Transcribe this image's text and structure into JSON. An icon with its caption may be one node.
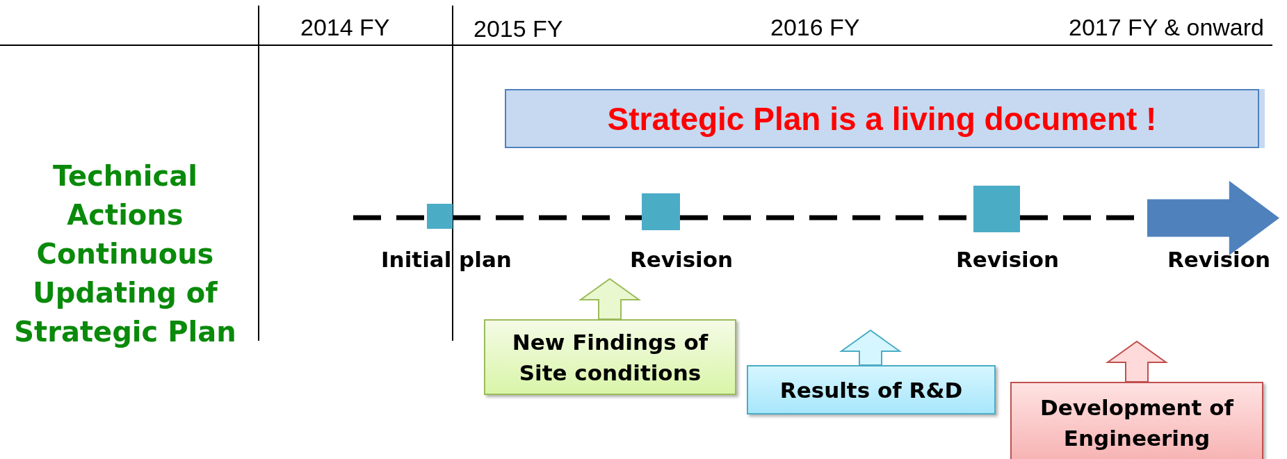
{
  "diagram": {
    "nodes": [
      {
        "text": [
          "Strategic Plan is a living document !"
        ]
      },
      {
        "text": [],
        "shape": "box",
        "beside": [
          "Initial plan"
        ]
      },
      {
        "text": [],
        "shape": "box",
        "beside": [
          "Revision"
        ]
      },
      {
        "text": [],
        "shape": "box",
        "beside": [
          "Revision"
        ]
      },
      {
        "text": [],
        "shape": "arrow",
        "beside": [
          "Revision"
        ]
      },
      {
        "text": [
          "New Findings of Site conditions"
        ]
      },
      {
        "text": [
          "Results of R&D"
        ]
      },
      {
        "text": [
          "Development of Engineering"
        ]
      }
    ],
    "edges": [
      {
        "from": null,
        "to": 1,
        "arrow": "none",
        "style": "dashed"
      },
      {
        "from": 1,
        "to": 2,
        "arrow": "none",
        "style": "dashed"
      },
      {
        "from": 2,
        "to": 3,
        "arrow": "none",
        "style": "dashed"
      },
      {
        "from": 3,
        "to": 4,
        "arrow": "none",
        "style": "dashed"
      },
      {
        "from": 5,
        "to": null,
        "arrow": "to",
        "style": "thick",
        "color": "#9bbb59"
      },
      {
        "from": 6,
        "to": null,
        "arrow": "to",
        "style": "thick",
        "color": "#4bacc6"
      },
      {
        "from": 7,
        "to": null,
        "arrow": "to",
        "style": "thick",
        "color": "#c0504d"
      }
    ],
    "labels": [
      "2014 FY",
      "2015 FY",
      "2016 FY",
      "2017 FY & onward",
      "Technical Actions Continuous Updating of Strategic Plan"
    ]
  }
}
